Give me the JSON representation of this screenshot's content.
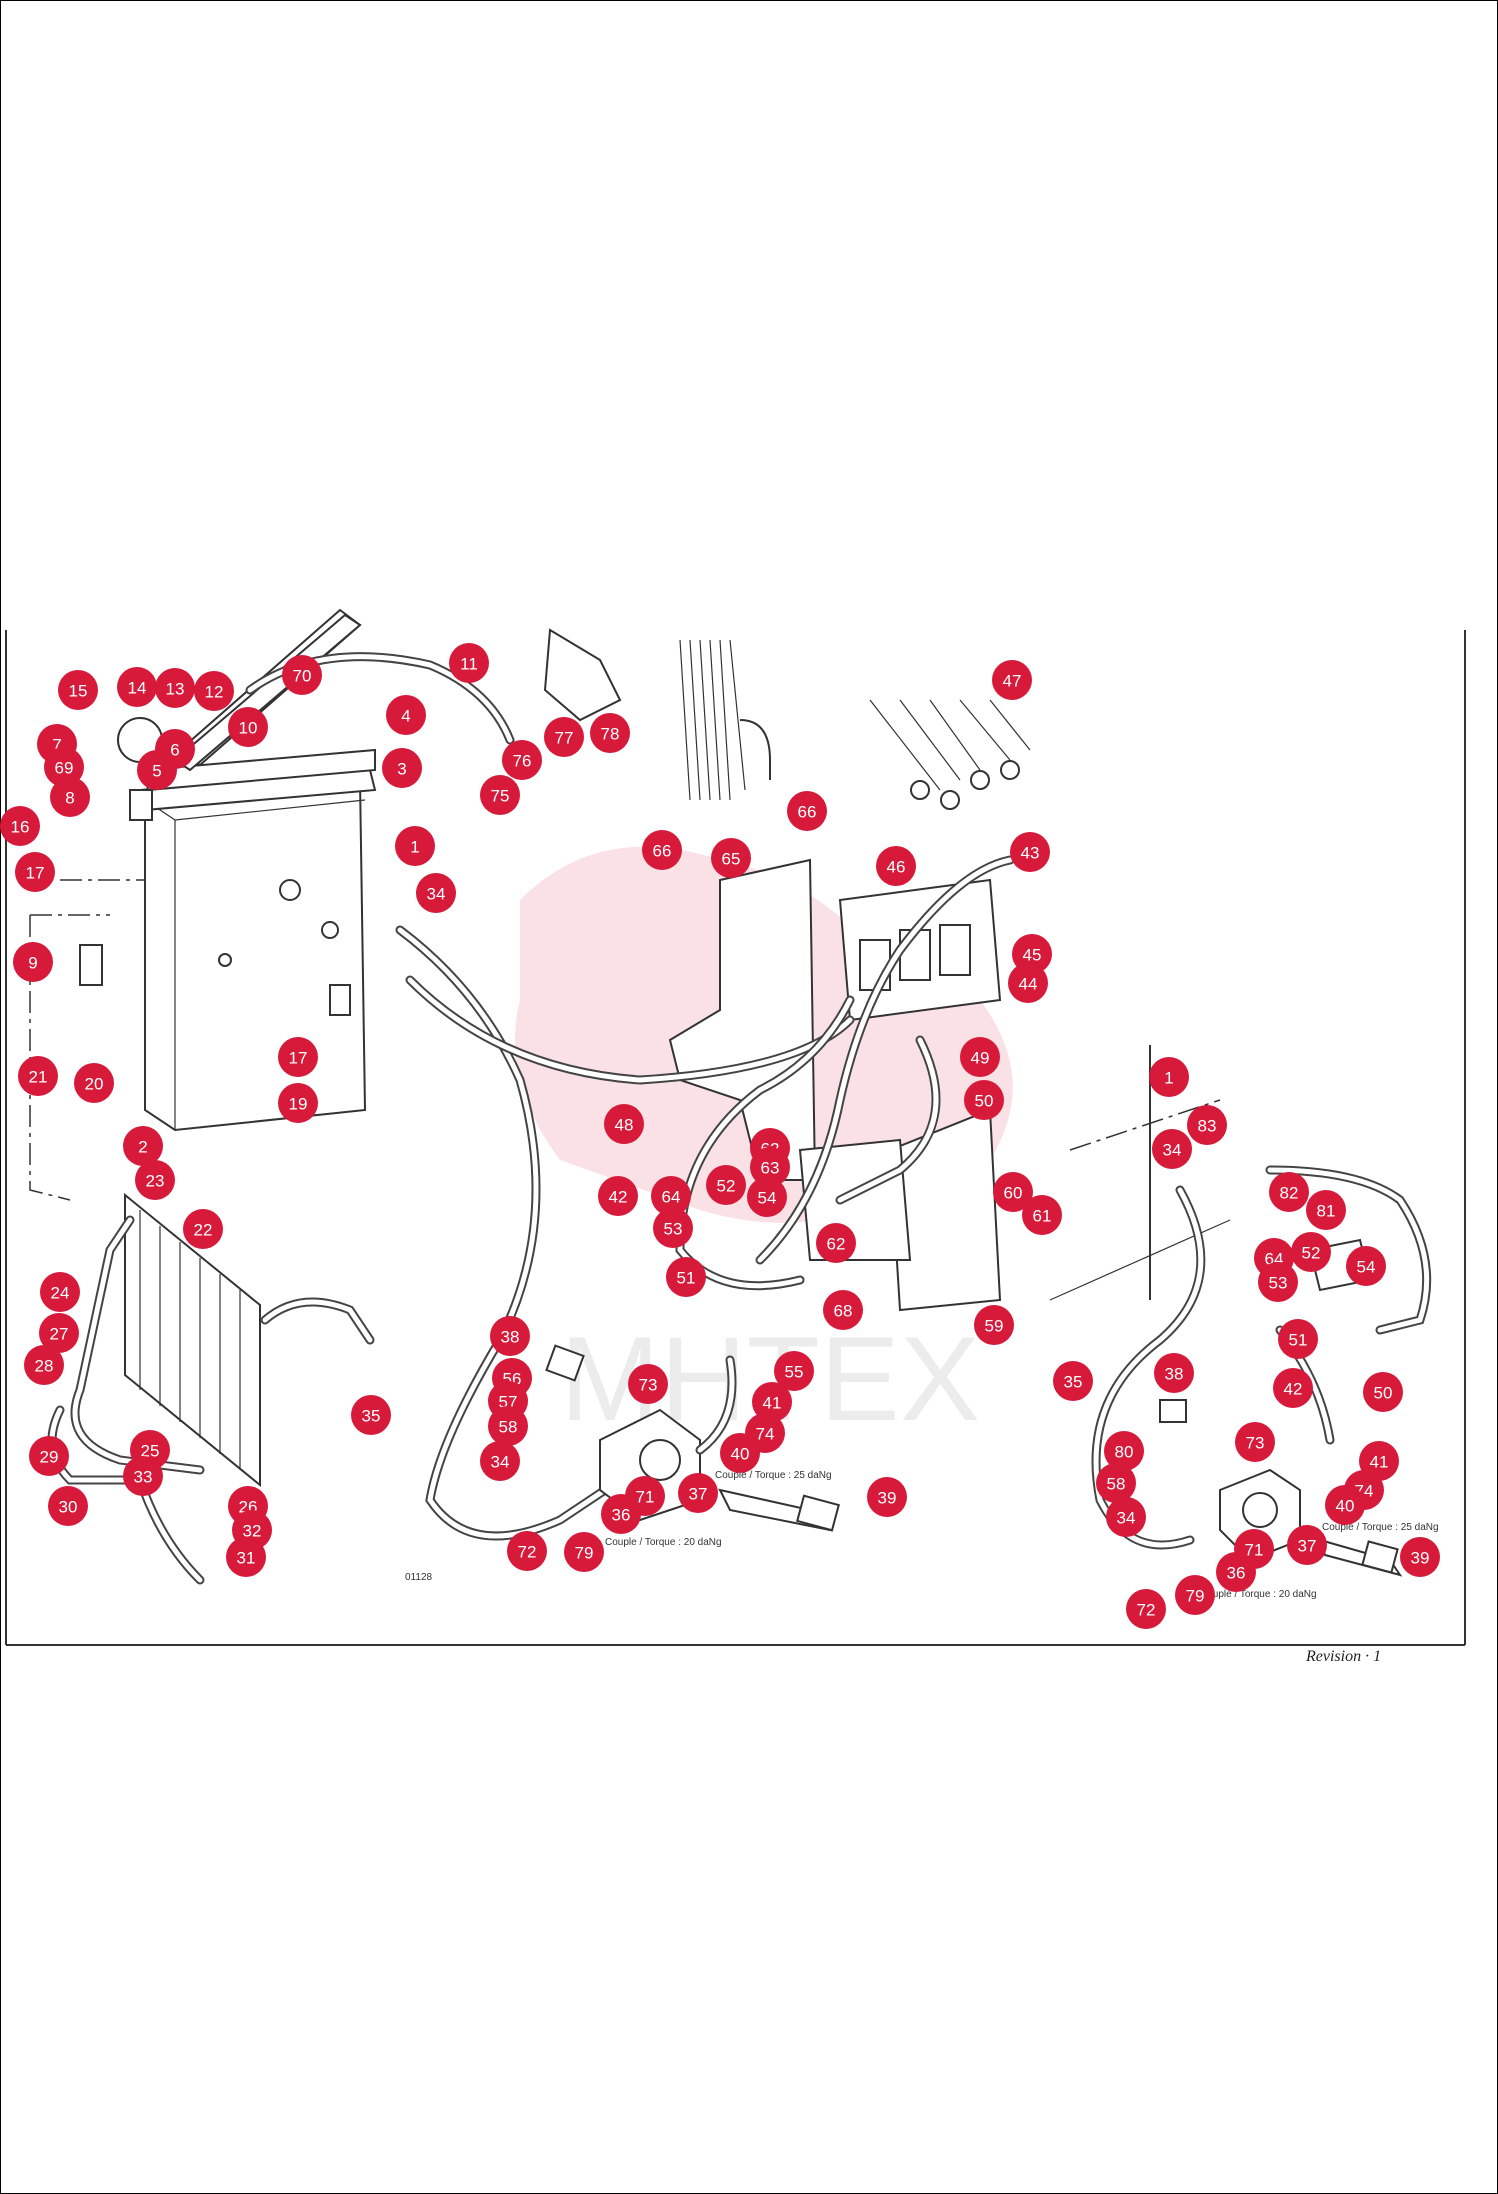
{
  "diagram": {
    "code": "01128",
    "revision": "Revision · 1",
    "torque_label_left": "Couple / Torque : 20 daNg",
    "torque_label_right": "Couple / Torque : 20 daNg",
    "torque_label_center": "Couple / Torque : 25 daNg",
    "torque_label_center_right": "Couple / Torque : 25 daNg",
    "callout_color": "#d7193a",
    "callouts": [
      {
        "n": "15"
      },
      {
        "n": "14"
      },
      {
        "n": "13"
      },
      {
        "n": "12"
      },
      {
        "n": "70"
      },
      {
        "n": "10"
      },
      {
        "n": "4"
      },
      {
        "n": "7"
      },
      {
        "n": "6"
      },
      {
        "n": "69"
      },
      {
        "n": "5"
      },
      {
        "n": "8"
      },
      {
        "n": "3"
      },
      {
        "n": "16"
      },
      {
        "n": "1"
      },
      {
        "n": "17"
      },
      {
        "n": "34"
      },
      {
        "n": "9"
      },
      {
        "n": "21"
      },
      {
        "n": "20"
      },
      {
        "n": "17"
      },
      {
        "n": "19"
      },
      {
        "n": "2"
      },
      {
        "n": "23"
      },
      {
        "n": "22"
      },
      {
        "n": "24"
      },
      {
        "n": "27"
      },
      {
        "n": "28"
      },
      {
        "n": "29"
      },
      {
        "n": "25"
      },
      {
        "n": "33"
      },
      {
        "n": "26"
      },
      {
        "n": "32"
      },
      {
        "n": "30"
      },
      {
        "n": "31"
      },
      {
        "n": "11"
      },
      {
        "n": "76"
      },
      {
        "n": "77"
      },
      {
        "n": "78"
      },
      {
        "n": "75"
      },
      {
        "n": "66"
      },
      {
        "n": "65"
      },
      {
        "n": "66"
      },
      {
        "n": "47"
      },
      {
        "n": "46"
      },
      {
        "n": "43"
      },
      {
        "n": "45"
      },
      {
        "n": "44"
      },
      {
        "n": "49"
      },
      {
        "n": "48"
      },
      {
        "n": "50"
      },
      {
        "n": "62"
      },
      {
        "n": "63"
      },
      {
        "n": "52"
      },
      {
        "n": "54"
      },
      {
        "n": "42"
      },
      {
        "n": "64"
      },
      {
        "n": "53"
      },
      {
        "n": "51"
      },
      {
        "n": "62"
      },
      {
        "n": "68"
      },
      {
        "n": "60"
      },
      {
        "n": "61"
      },
      {
        "n": "59"
      },
      {
        "n": "38"
      },
      {
        "n": "56"
      },
      {
        "n": "73"
      },
      {
        "n": "55"
      },
      {
        "n": "57"
      },
      {
        "n": "41"
      },
      {
        "n": "58"
      },
      {
        "n": "74"
      },
      {
        "n": "40"
      },
      {
        "n": "35"
      },
      {
        "n": "34"
      },
      {
        "n": "71"
      },
      {
        "n": "37"
      },
      {
        "n": "36"
      },
      {
        "n": "39"
      },
      {
        "n": "72"
      },
      {
        "n": "79"
      },
      {
        "n": "1"
      },
      {
        "n": "83"
      },
      {
        "n": "34"
      },
      {
        "n": "82"
      },
      {
        "n": "81"
      },
      {
        "n": "64"
      },
      {
        "n": "52"
      },
      {
        "n": "53"
      },
      {
        "n": "54"
      },
      {
        "n": "51"
      },
      {
        "n": "42"
      },
      {
        "n": "50"
      },
      {
        "n": "35"
      },
      {
        "n": "38"
      },
      {
        "n": "73"
      },
      {
        "n": "80"
      },
      {
        "n": "41"
      },
      {
        "n": "58"
      },
      {
        "n": "74"
      },
      {
        "n": "40"
      },
      {
        "n": "34"
      },
      {
        "n": "71"
      },
      {
        "n": "37"
      },
      {
        "n": "39"
      },
      {
        "n": "36"
      },
      {
        "n": "72"
      },
      {
        "n": "79"
      }
    ]
  }
}
